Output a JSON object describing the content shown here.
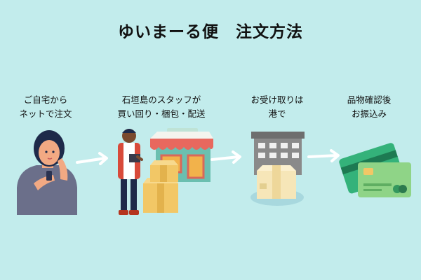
{
  "title": "ゆいまーる便　注文方法",
  "steps": [
    {
      "line1": "ご自宅から",
      "line2": "ネットで注文"
    },
    {
      "line1": "石垣島のスタッフが",
      "line2": "買い回り・梱包・配送"
    },
    {
      "line1": "お受け取りは",
      "line2": "港で"
    },
    {
      "line1": "品物確認後",
      "line2": "お振込み"
    }
  ],
  "colors": {
    "background": "#c2ecec",
    "arrow": "#ffffff",
    "shop_awning": "#e8685e",
    "box": "#f2c766",
    "card_green": "#34b27a",
    "card_light": "#8fd487"
  }
}
